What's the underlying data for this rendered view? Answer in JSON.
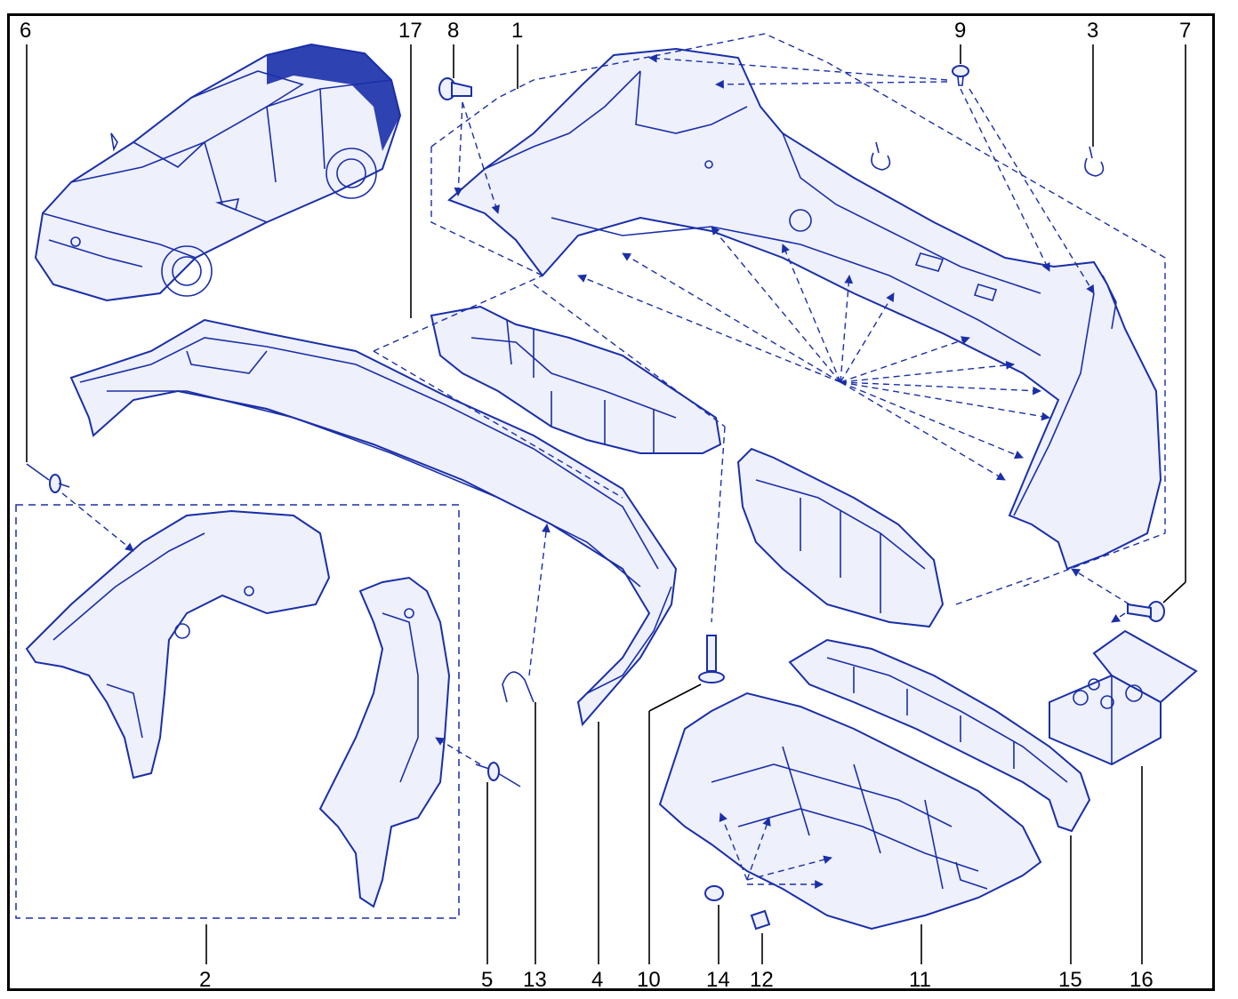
{
  "callouts": [
    {
      "id": "c1",
      "label": "1"
    },
    {
      "id": "c2",
      "label": "2"
    },
    {
      "id": "c3",
      "label": "3"
    },
    {
      "id": "c4",
      "label": "4"
    },
    {
      "id": "c5",
      "label": "5"
    },
    {
      "id": "c6",
      "label": "6"
    },
    {
      "id": "c7",
      "label": "7"
    },
    {
      "id": "c8",
      "label": "8"
    },
    {
      "id": "c9",
      "label": "9"
    },
    {
      "id": "c10",
      "label": "10"
    },
    {
      "id": "c11",
      "label": "11"
    },
    {
      "id": "c12",
      "label": "12"
    },
    {
      "id": "c13",
      "label": "13"
    },
    {
      "id": "c14",
      "label": "14"
    },
    {
      "id": "c15",
      "label": "15"
    },
    {
      "id": "c16",
      "label": "16"
    },
    {
      "id": "c17",
      "label": "17"
    }
  ],
  "colors": {
    "line": "#1a2fa8",
    "fill": "#eef0fb",
    "frame": "#000000"
  }
}
